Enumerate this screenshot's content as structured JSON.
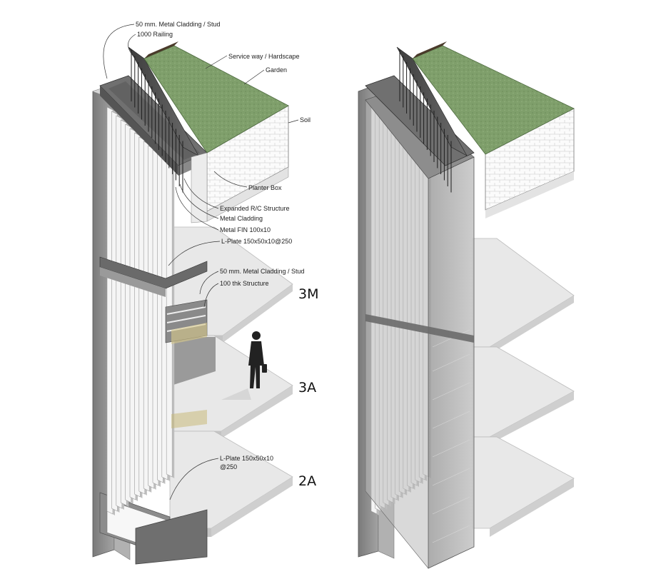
{
  "annotations": {
    "cladding_top": "50 mm. Metal Cladding / Stud",
    "railing": "1000 Railing",
    "service_way": "Service way / Hardscape",
    "garden": "Garden",
    "soil": "Soil",
    "planter_box": "Planter Box",
    "expanded_rc": "Expanded R/C Structure",
    "metal_cladding": "Metal Cladding",
    "metal_fin": "Metal FIN 100x10",
    "lplate_upper": "L-Plate 150x50x10@250",
    "cladding_mid": "50 mm. Metal Cladding / Stud",
    "structure_100": "100 thk Structure",
    "lplate_lower_1": "L-Plate 150x50x10",
    "lplate_lower_2": "@250"
  },
  "levels": {
    "level_3m": "3M",
    "level_3a": "3A",
    "level_2a": "2A"
  },
  "colors": {
    "grass": "#7f9f6b",
    "panel": "#8d8d8d",
    "fin": "#f4f4f4",
    "slab": "#e7e7e7",
    "leader": "#333333"
  }
}
